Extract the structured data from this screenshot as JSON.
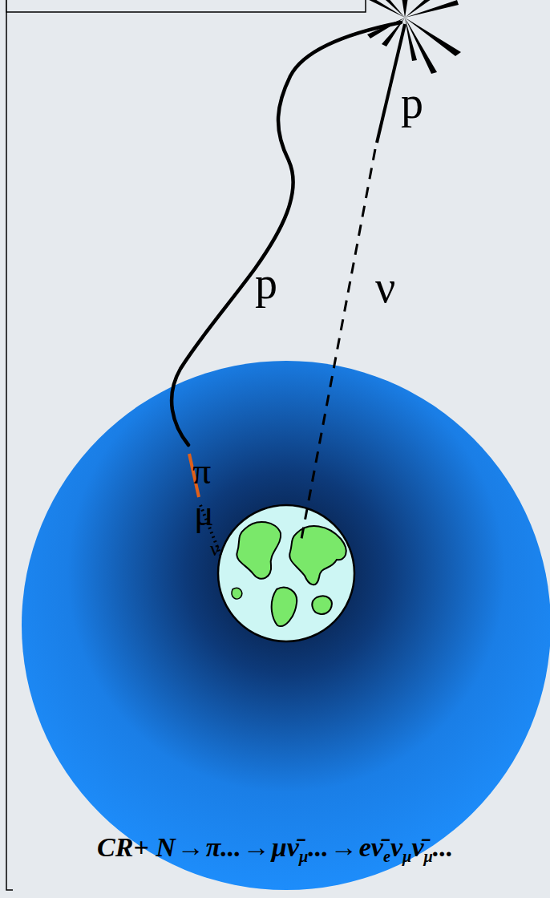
{
  "diagram": {
    "labels": [
      "p",
      "ν",
      "p",
      "π",
      "μ",
      "ν",
      "CR+ N",
      "→",
      "π...",
      "→",
      "μ",
      "ν̄",
      "μ",
      "...",
      "→",
      "e",
      "ν̄",
      "e",
      "ν",
      "μ",
      "ν̄",
      "μ",
      "..."
    ]
  }
}
